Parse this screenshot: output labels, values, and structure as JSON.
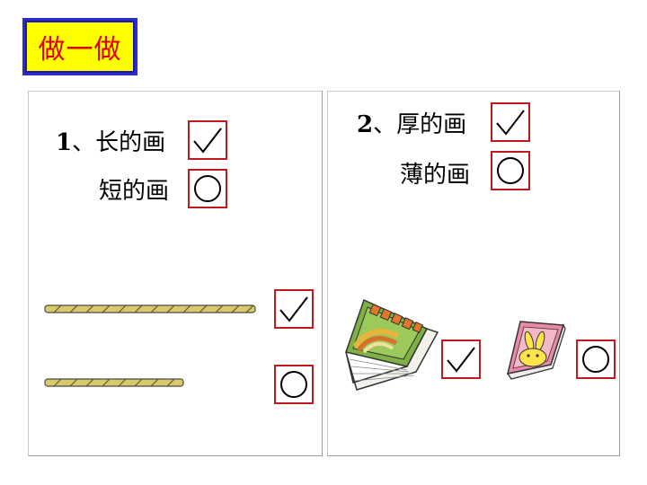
{
  "title": "做一做",
  "left_panel": {
    "number": "1",
    "separator": "、",
    "line1_text": "长的画",
    "line2_text": "短的画"
  },
  "right_panel": {
    "number": "2",
    "separator": "、",
    "line1_text": "厚的画",
    "line2_text": "薄的画"
  },
  "colors": {
    "title_bg": "#ffff00",
    "title_border": "#2a2ec8",
    "title_text": "#e00000",
    "mark_border": "#c0191b"
  },
  "icons": [
    "check-mark-icon",
    "circle-mark-icon",
    "rope-icon",
    "thick-book-icon",
    "thin-book-icon"
  ]
}
